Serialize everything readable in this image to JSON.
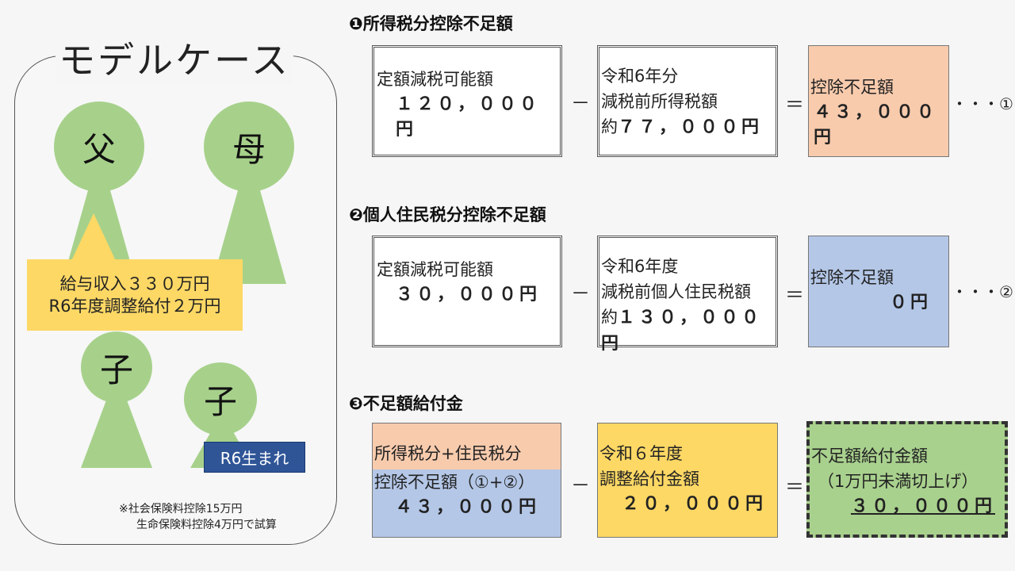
{
  "model": {
    "title": "モデルケース",
    "father": "父",
    "mother": "母",
    "child1": "子",
    "child2": "子",
    "bubble_line1": "給与収入３３０万円",
    "bubble_line2": "R6年度調整給付２万円",
    "badge": "R6生まれ",
    "note_line1": "※社会保険料控除15万円",
    "note_line2": "生命保険料控除4万円で試算"
  },
  "section1": {
    "title": "❶所得税分控除不足額",
    "box1_line1": "定額減税可能額",
    "box1_line2": "１２０，０００円",
    "minus": "－",
    "box2_line1": "令和6年分",
    "box2_line2": "減税前所得税額",
    "box2_prefix": "約",
    "box2_amount": "７７，０００円",
    "equals": "＝",
    "box3_line1": "控除不足額",
    "box3_line2": "４３，０００円",
    "ref": "・・・①"
  },
  "section2": {
    "title": "❷個人住民税分控除不足額",
    "box1_line1": "定額減税可能額",
    "box1_line2": "３０，０００円",
    "minus": "－",
    "box2_line1": "令和6年度",
    "box2_line2": "減税前個人住民税額",
    "box2_prefix": "約",
    "box2_amount": "１３０，０００円",
    "equals": "＝",
    "box3_line1": "控除不足額",
    "box3_line2": "０円",
    "ref": "・・・②"
  },
  "section3": {
    "title": "❸不足額給付金",
    "box1_top": "所得税分+住民税分",
    "box1_line2": "控除不足額（①+②）",
    "box1_line3": "４３，０００円",
    "minus": "－",
    "box2_line1": "令和６年度",
    "box2_line2": "調整給付金額",
    "box2_line3": "２０，０００円",
    "equals": "＝",
    "box3_line1": "不足額給付金額",
    "box3_line2": "（1万円未満切上げ）",
    "box3_line3": "３０，０００円"
  },
  "colors": {
    "green_person": "#a7d18b",
    "yellow": "#fdd865",
    "orange": "#f8cbad",
    "blue": "#b4c7e7",
    "navy": "#2f5597",
    "result_green": "#a9d18e"
  }
}
